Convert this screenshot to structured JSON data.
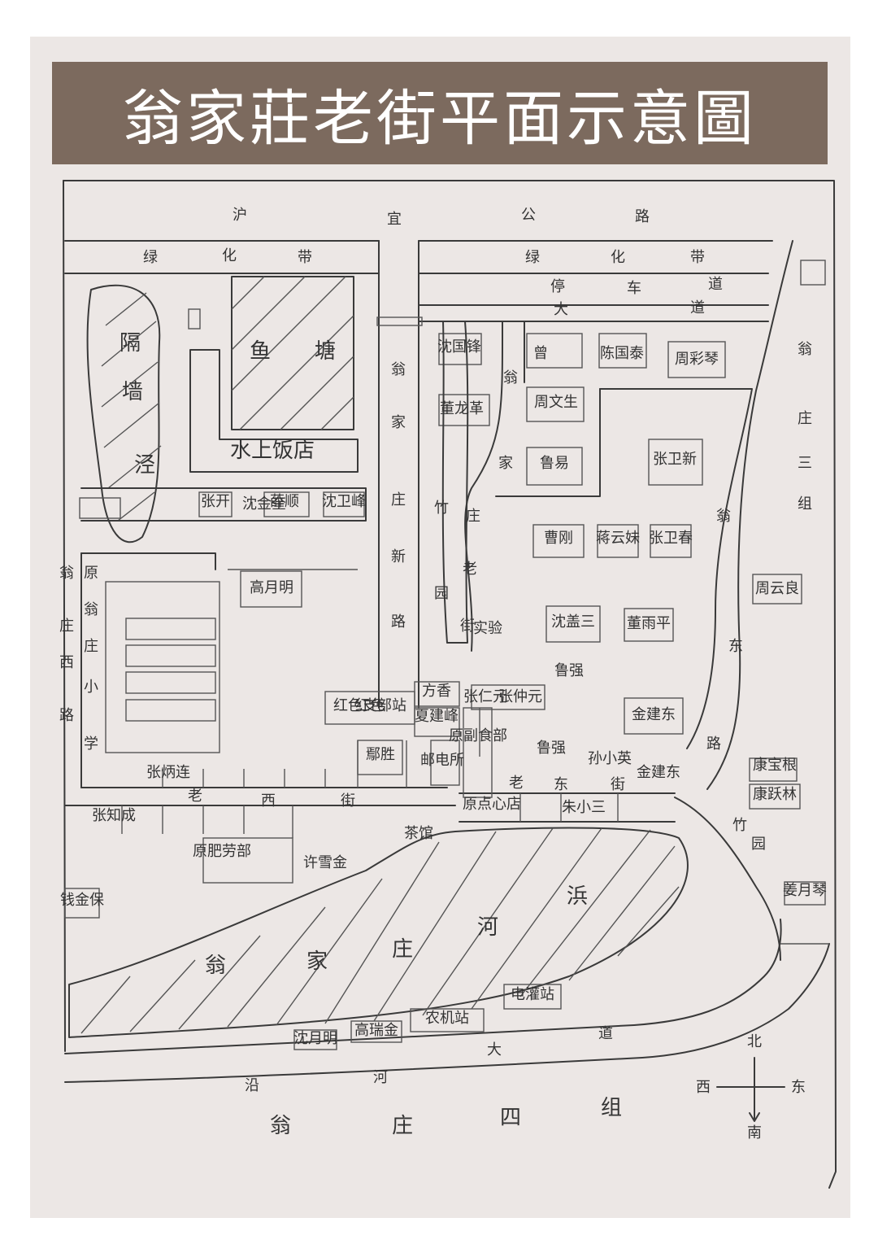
{
  "title": "翁家莊老街平面示意圖",
  "roads": {
    "hy_road": [
      "沪",
      "宜",
      "公",
      "路"
    ],
    "green_belt_left": [
      "绿",
      "化",
      "带"
    ],
    "green_belt_right": [
      "绿",
      "化",
      "带"
    ],
    "parking": [
      "停",
      "车",
      "道"
    ],
    "main_road": [
      "大",
      "道"
    ],
    "new_road": [
      "翁",
      "家",
      "庄",
      "新",
      "路"
    ],
    "bamboo": [
      "竹",
      "园"
    ],
    "old_street_v": [
      "翁",
      "家",
      "庄",
      "老",
      "街"
    ],
    "west_road": [
      "翁",
      "庄",
      "西",
      "路"
    ],
    "old_west": [
      "老",
      "西",
      "街"
    ],
    "old_east": [
      "老",
      "东",
      "街"
    ],
    "east_road": [
      "东",
      "路"
    ],
    "zone3": [
      "翁",
      "庄",
      "三",
      "组"
    ],
    "weng": "翁",
    "river_road": [
      "沿",
      "河",
      "大",
      "道"
    ],
    "zone4": [
      "翁",
      "庄",
      "四",
      "组"
    ],
    "garden": [
      "竹",
      "园"
    ]
  },
  "areas": {
    "fish_pond": [
      "鱼",
      "塘"
    ],
    "ditch": [
      "隔",
      "墙",
      "泾"
    ],
    "water_restaurant": "水上饭店",
    "school": [
      "原",
      "翁",
      "庄",
      "小",
      "学"
    ],
    "river": [
      "翁",
      "家",
      "庄",
      "河",
      "浜"
    ]
  },
  "houses": [
    "沈金奎",
    "张开",
    "薛顺",
    "沈卫峰",
    "高月明",
    "沈国锋",
    "董龙革",
    "曾",
    "陈国泰",
    "周彩琴",
    "周文生",
    "鲁易",
    "张卫新",
    "曹刚",
    "蒋云妹",
    "张卫春",
    "沈盖三",
    "董雨平",
    "周云良",
    "鲁强",
    "实验",
    "金建东",
    "红色",
    "夏建峰",
    "张仁元",
    "张仲元",
    "原副食部",
    "鲁强",
    "孙小英",
    "金建东",
    "康宝根",
    "康跃林",
    "红色支部站",
    "张炳连",
    "张知成",
    "原肥劳部",
    "许雪金",
    "茶馆",
    "原点心店",
    "朱小三",
    "钱金保",
    "姜月琴",
    "沈月明",
    "高瑞金",
    "农机站",
    "电灌站",
    "方香",
    "鄢胜",
    "邮电所"
  ],
  "compass": {
    "n": "北",
    "s": "南",
    "e": "东",
    "w": "西"
  }
}
